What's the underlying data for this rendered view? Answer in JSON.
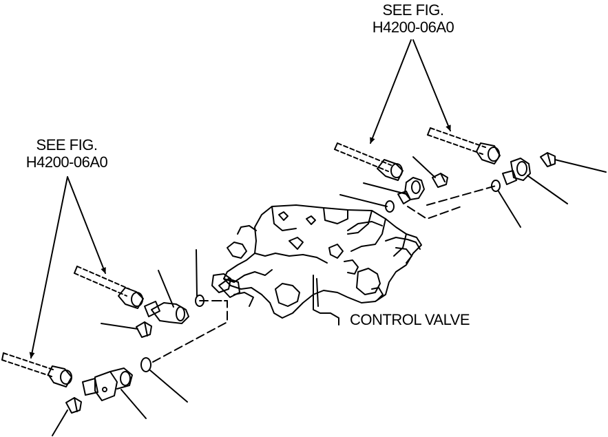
{
  "labels": {
    "top_right_ref": {
      "line1": "SEE FIG.",
      "line2": "H4200-06A0"
    },
    "left_ref": {
      "line1": "SEE FIG.",
      "line2": "H4200-06A0"
    },
    "control_valve": "CONTROL VALVE"
  },
  "colors": {
    "ink": "#000000",
    "paper": "#ffffff"
  }
}
